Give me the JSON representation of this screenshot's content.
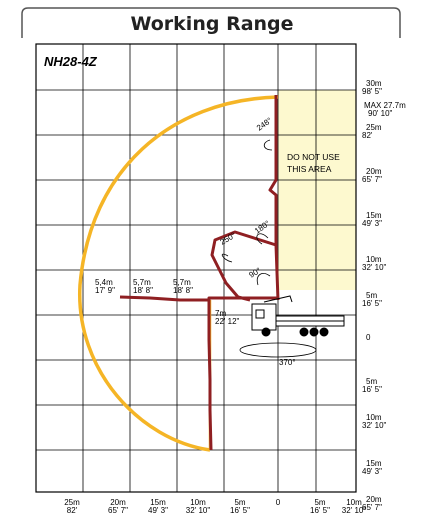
{
  "title": "Working Range",
  "model": "NH28-4Z",
  "restricted_zone_label_line1": "DO NOT USE",
  "restricted_zone_label_line2": "THIS  AREA",
  "restricted_zone_color": "#fdf9cf",
  "arc_color": "#f5b526",
  "boom_color": "#8f1f22",
  "max_label_line1": "MAX 27.7m",
  "max_label_line2": "90' 10\"",
  "right_axis": [
    {
      "m": "30m",
      "ft": "98' 5\""
    },
    {
      "m": "25m",
      "ft": "82'"
    },
    {
      "m": "20m",
      "ft": "65' 7\""
    },
    {
      "m": "15m",
      "ft": "49' 3\""
    },
    {
      "m": "10m",
      "ft": "32' 10\""
    },
    {
      "m": "5m",
      "ft": "16' 5\""
    },
    {
      "m": "0",
      "ft": ""
    },
    {
      "m": "5m",
      "ft": "16' 5\""
    },
    {
      "m": "10m",
      "ft": "32' 10\""
    },
    {
      "m": "15m",
      "ft": "49' 3\""
    },
    {
      "m": "20m",
      "ft": "65' 7\""
    }
  ],
  "bottom_axis": [
    {
      "m": "25m",
      "ft": "82'"
    },
    {
      "m": "20m",
      "ft": "65' 7\""
    },
    {
      "m": "15m",
      "ft": "49' 3\""
    },
    {
      "m": "10m",
      "ft": "32' 10\""
    },
    {
      "m": "5m",
      "ft": "16' 5\""
    },
    {
      "m": "0",
      "ft": ""
    },
    {
      "m": "5m",
      "ft": "16' 5\""
    },
    {
      "m": "10m",
      "ft": "32' 10\""
    }
  ],
  "angles": [
    "248°",
    "180°",
    "250°",
    "90°",
    "370°"
  ],
  "section_labels": [
    {
      "m": "5,4m",
      "ft": "17' 9\""
    },
    {
      "m": "5,7m",
      "ft": "18' 8\""
    },
    {
      "m": "5,7m",
      "ft": "18' 8\""
    },
    {
      "m": "7m",
      "ft": "22' 12\""
    }
  ]
}
